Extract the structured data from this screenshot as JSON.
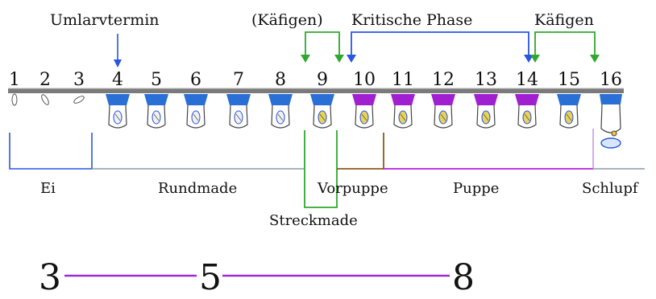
{
  "days": [
    "1",
    "2",
    "3",
    "4",
    "5",
    "6",
    "7",
    "8",
    "9",
    "10",
    "11",
    "12",
    "13",
    "14",
    "15",
    "16"
  ],
  "annotations": {
    "umlarvtermin": "Umlarvtermin",
    "kaefigen_optional": "(Käfigen)",
    "kritische_phase": "Kritische Phase",
    "kaefigen": "Käfigen"
  },
  "stages": {
    "ei": "Ei",
    "rundmade": "Rundmade",
    "vorpuppe": "Vorpuppe",
    "puppe": "Puppe",
    "schlupf": "Schlupf",
    "streckmade": "Streckmade"
  },
  "timeline": [
    "3",
    "5",
    "8"
  ],
  "colors": {
    "blue": "#2a55e0",
    "green": "#2fa82f",
    "purple": "#b61ee0",
    "brown": "#8a5a1a",
    "gray": "#8a9aa8",
    "bar": "#7a7a7a",
    "cell_blue": "#2a6fd6",
    "cell_purple": "#a01fd0",
    "timeline": "#9a2bd6"
  },
  "cells": [
    {
      "day": "1",
      "kind": "egg"
    },
    {
      "day": "2",
      "kind": "egg"
    },
    {
      "day": "3",
      "kind": "egg"
    },
    {
      "day": "4",
      "kind": "blue"
    },
    {
      "day": "5",
      "kind": "blue"
    },
    {
      "day": "6",
      "kind": "blue"
    },
    {
      "day": "7",
      "kind": "blue"
    },
    {
      "day": "8",
      "kind": "blue"
    },
    {
      "day": "9",
      "kind": "blue"
    },
    {
      "day": "10",
      "kind": "purple"
    },
    {
      "day": "11",
      "kind": "purple"
    },
    {
      "day": "12",
      "kind": "purple"
    },
    {
      "day": "13",
      "kind": "purple"
    },
    {
      "day": "14",
      "kind": "purple"
    },
    {
      "day": "15",
      "kind": "blue"
    },
    {
      "day": "16",
      "kind": "open"
    }
  ]
}
